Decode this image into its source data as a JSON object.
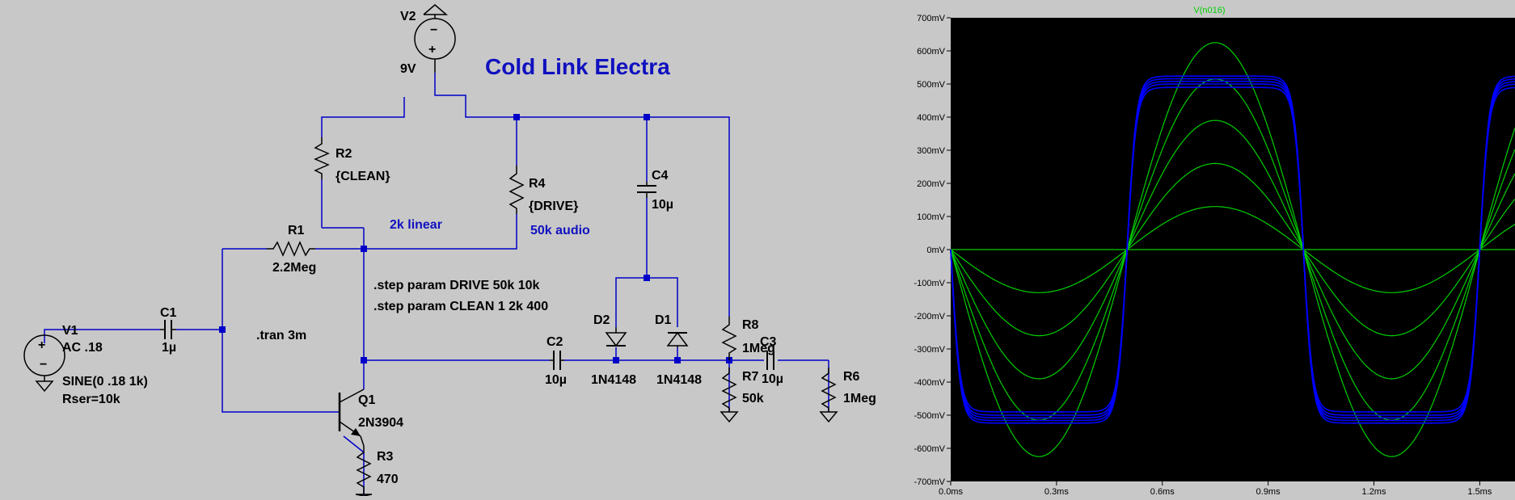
{
  "schematic": {
    "title": "Cold Link Electra",
    "components": {
      "v2": {
        "name": "V2",
        "value": "9V"
      },
      "v1": {
        "name": "V1",
        "value": "AC .18",
        "source": "SINE(0 .18 1k)",
        "rser": "Rser=10k"
      },
      "r1": {
        "name": "R1",
        "value": "2.2Meg"
      },
      "r2": {
        "name": "R2",
        "value": "{CLEAN}"
      },
      "r3": {
        "name": "R3",
        "value": "470"
      },
      "r4": {
        "name": "R4",
        "value": "{DRIVE}"
      },
      "r6": {
        "name": "R6",
        "value": "1Meg"
      },
      "r7": {
        "name": "R7",
        "value": "50k"
      },
      "r8": {
        "name": "R8",
        "value": "1Meg"
      },
      "c1": {
        "name": "C1",
        "value": "1µ"
      },
      "c2": {
        "name": "C2",
        "value": "10µ"
      },
      "c3": {
        "name": "C3",
        "value": "10µ"
      },
      "c4": {
        "name": "C4",
        "value": "10µ"
      },
      "d1": {
        "name": "D1",
        "value": "1N4148"
      },
      "d2": {
        "name": "D2",
        "value": "1N4148"
      },
      "q1": {
        "name": "Q1",
        "value": "2N3904"
      }
    },
    "notes": {
      "clean_pot": "2k linear",
      "drive_pot": "50k audio",
      "step1": ".step param DRIVE 50k 10k",
      "step2": ".step param CLEAN 1 2k 400",
      "tran": ".tran 3m"
    }
  },
  "chart_data": {
    "type": "line",
    "title": "V(n016)",
    "xlabel": "",
    "ylabel": "",
    "xlim": [
      0,
      1.6
    ],
    "ylim": [
      -700,
      700
    ],
    "x_unit": "ms",
    "y_unit": "mV",
    "x_ticks": [
      "0.0ms",
      "0.3ms",
      "0.6ms",
      "0.9ms",
      "1.2ms",
      "1.5ms"
    ],
    "y_ticks": [
      "700mV",
      "600mV",
      "500mV",
      "400mV",
      "300mV",
      "200mV",
      "100mV",
      "0mV",
      "-100mV",
      "-200mV",
      "-300mV",
      "-400mV",
      "-500mV",
      "-600mV",
      "-700mV"
    ],
    "period_ms": 1.0,
    "phase": "inverted",
    "grid": false,
    "colors": {
      "background": "#000000",
      "axis": "#000000",
      "sine_traces": "#00d000",
      "clipped_traces": "#0000ff",
      "title": "#00d000"
    },
    "series": [
      {
        "color": "#00d000",
        "shape": "sine",
        "amplitude": 0
      },
      {
        "color": "#00d000",
        "shape": "sine",
        "amplitude": 130
      },
      {
        "color": "#00d000",
        "shape": "sine",
        "amplitude": 260
      },
      {
        "color": "#00d000",
        "shape": "sine",
        "amplitude": 390
      },
      {
        "color": "#00d000",
        "shape": "sine",
        "amplitude": 515
      },
      {
        "color": "#00d000",
        "shape": "sine",
        "amplitude": 625
      },
      {
        "color": "#0000ff",
        "shape": "clipped",
        "amplitude": 490
      },
      {
        "color": "#0000ff",
        "shape": "clipped",
        "amplitude": 500
      },
      {
        "color": "#0000ff",
        "shape": "clipped",
        "amplitude": 508
      },
      {
        "color": "#0000ff",
        "shape": "clipped",
        "amplitude": 516
      },
      {
        "color": "#0000ff",
        "shape": "clipped",
        "amplitude": 524
      }
    ]
  }
}
